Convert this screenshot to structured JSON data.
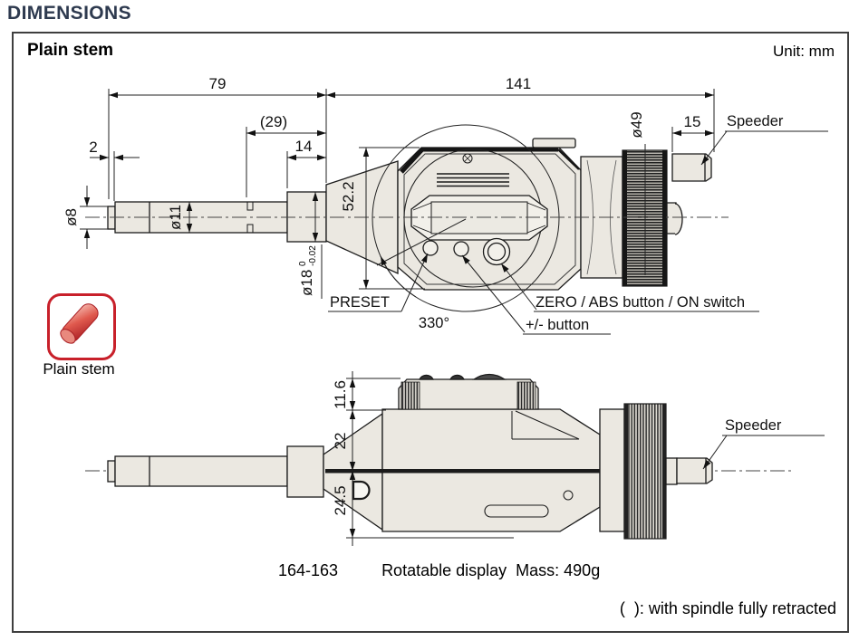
{
  "header": {
    "title": "DIMENSIONS"
  },
  "panel": {
    "title": "Plain stem",
    "unit_label": "Unit: mm"
  },
  "stem_icon": {
    "label": "Plain stem"
  },
  "dimensions": {
    "front_view": {
      "d79": "79",
      "d141": "141",
      "d29": "(29)",
      "d14": "14",
      "d2": "2",
      "dia8": "ø8",
      "dia11": "ø11",
      "dia18": "ø18",
      "dia18_tol_upper": "0",
      "dia18_tol_lower": "-0.02",
      "d52_2": "52.2",
      "dia49": "ø49",
      "d15": "15",
      "speeder_label": "Speeder",
      "preset_label": "PRESET",
      "rotation_label": "330°",
      "plusminus_label": "+/- button",
      "zeroabs_label": "ZERO / ABS button / ON switch"
    },
    "top_view": {
      "d11_6": "11.6",
      "d22": "22",
      "d24_5": "24.5",
      "speeder_label": "Speeder"
    }
  },
  "caption": {
    "model": "164-163",
    "display_type": "Rotatable display",
    "mass": "Mass: 490g"
  },
  "footnote": "(  ): with spindle fully retracted",
  "colors": {
    "title_navy": "#2e3a4f",
    "accent_red": "#c8202a",
    "body_fill": "#ebe8e1",
    "line": "#1a1a1a"
  }
}
